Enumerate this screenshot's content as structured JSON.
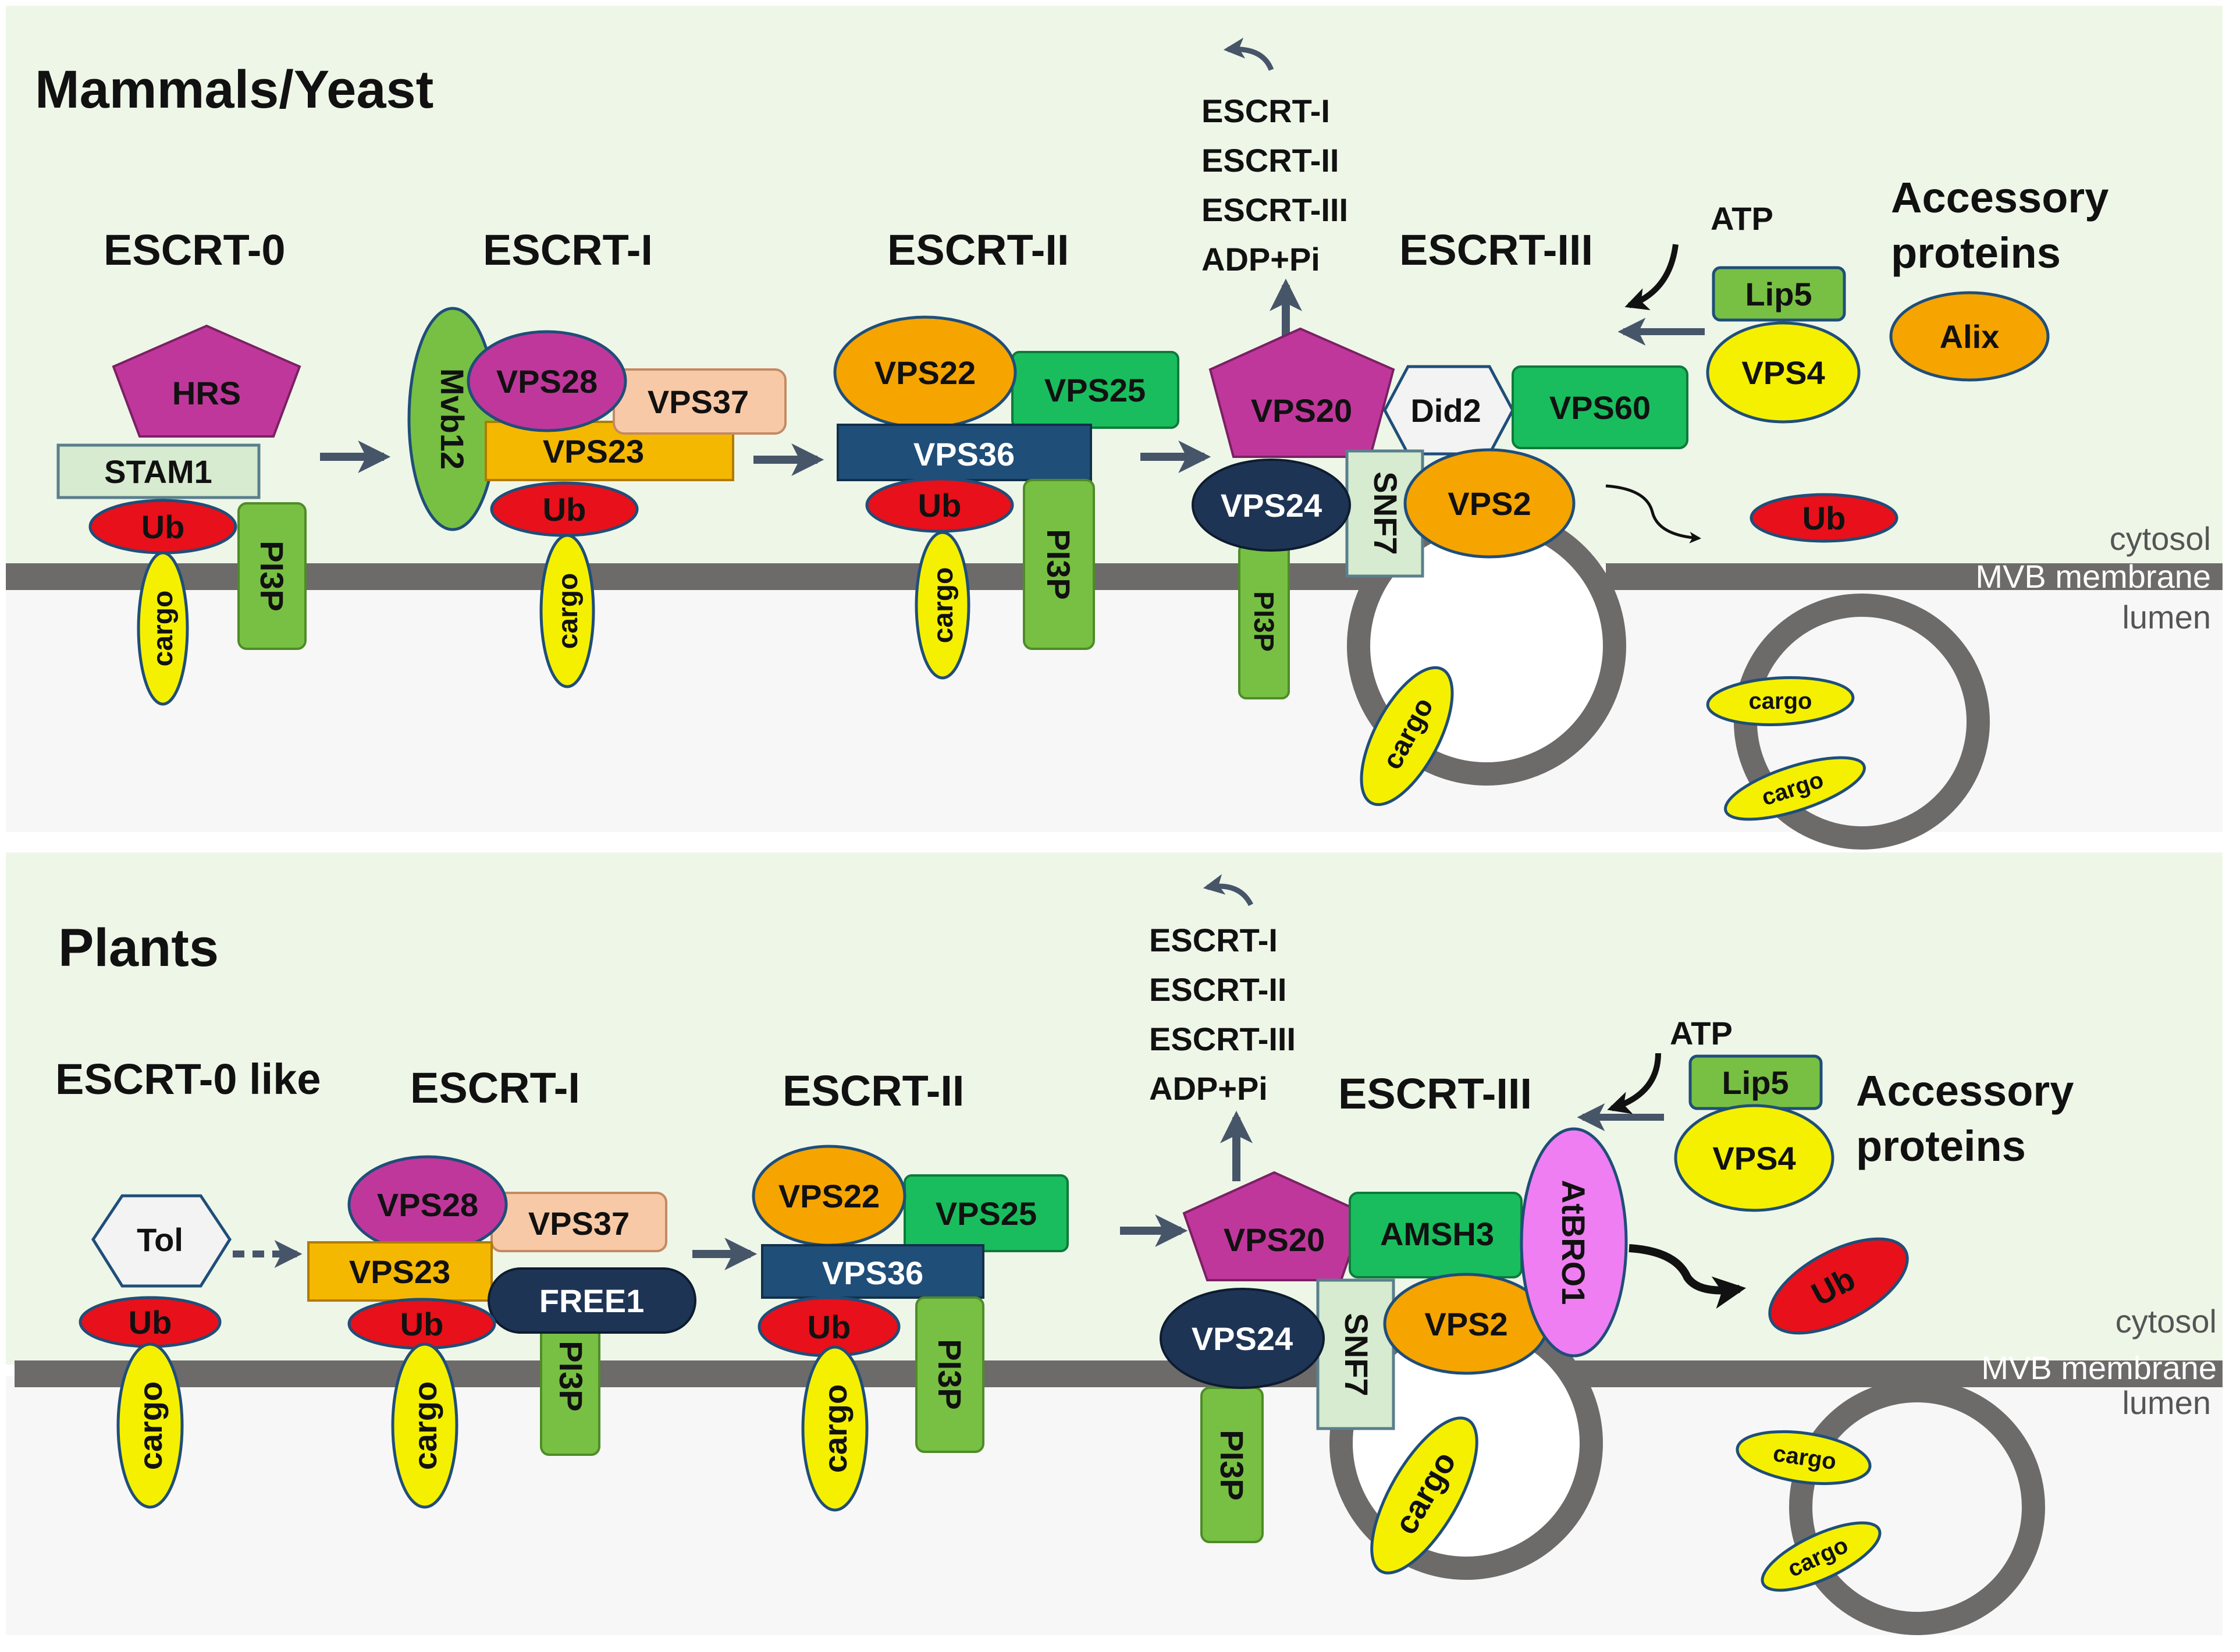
{
  "colors": {
    "panel_bg": "#eef6e8",
    "lumen_bg": "#f6f6f6",
    "membrane": "#6d6a6a",
    "arrow": "#475569",
    "magenta": "#c0379c",
    "red": "#e8101a",
    "yellow": "#f4f000",
    "orange": "#f5a400",
    "green": "#78c043",
    "bright_green": "#19bd5e",
    "navy": "#1e3454",
    "blue": "#1f4e79",
    "peach": "#f8c9a6",
    "light_green": "#d6ebcf",
    "pink": "#ef7ef2"
  },
  "panels": [
    {
      "title": "Mammals/Yeast",
      "complexes": {
        "escrt0": "ESCRT-0",
        "escrt1": "ESCRT-I",
        "escrt2": "ESCRT-II",
        "escrt3": "ESCRT-III"
      },
      "released": [
        "ESCRT-I",
        "ESCRT-II",
        "ESCRT-III",
        "ADP+Pi"
      ],
      "atp": "ATP",
      "accessory": [
        "Accessory",
        "proteins"
      ],
      "proteins": {
        "hrs": "HRS",
        "stam1": "STAM1",
        "ub": "Ub",
        "pi3p": "PI3P",
        "cargo": "cargo",
        "mvb12": "Mvb12",
        "vps28": "VPS28",
        "vps37": "VPS37",
        "vps23": "VPS23",
        "vps22": "VPS22",
        "vps25": "VPS25",
        "vps36": "VPS36",
        "vps20": "VPS20",
        "did2": "Did2",
        "vps60": "VPS60",
        "vps24": "VPS24",
        "snf7": "SNF7",
        "vps2": "VPS2",
        "lip5": "Lip5",
        "vps4": "VPS4",
        "alix": "Alix"
      },
      "regions": [
        "cytosol",
        "MVB membrane",
        "lumen"
      ]
    },
    {
      "title": "Plants",
      "complexes": {
        "escrt0": "ESCRT-0 like",
        "escrt1": "ESCRT-I",
        "escrt2": "ESCRT-II",
        "escrt3": "ESCRT-III"
      },
      "released": [
        "ESCRT-I",
        "ESCRT-II",
        "ESCRT-III",
        "ADP+Pi"
      ],
      "atp": "ATP",
      "accessory": [
        "Accessory",
        "proteins"
      ],
      "proteins": {
        "tol": "Tol",
        "ub": "Ub",
        "pi3p": "PI3P",
        "cargo": "cargo",
        "vps28": "VPS28",
        "vps37": "VPS37",
        "vps23": "VPS23",
        "free1": "FREE1",
        "vps22": "VPS22",
        "vps25": "VPS25",
        "vps36": "VPS36",
        "vps20": "VPS20",
        "amsh3": "AMSH3",
        "atbro1": "AtBRO1",
        "vps24": "VPS24",
        "snf7": "SNF7",
        "vps2": "VPS2",
        "lip5": "Lip5",
        "vps4": "VPS4"
      },
      "regions": [
        "cytosol",
        "MVB membrane",
        "lumen"
      ]
    }
  ]
}
